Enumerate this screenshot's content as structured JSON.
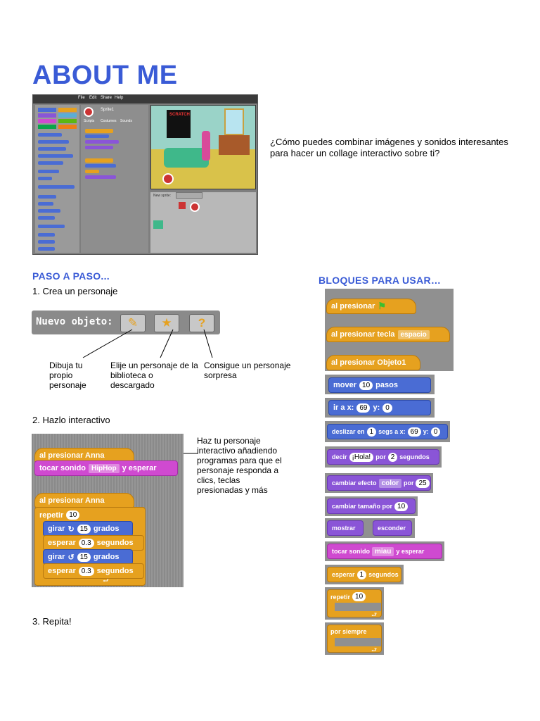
{
  "title": "ABOUT ME",
  "intro": "¿Cómo puedes combinar imágenes y sonidos interesantes para hacer un collage interactivo sobre ti?",
  "ide": {
    "menu": [
      "File",
      "Edit",
      "Share",
      "Help"
    ],
    "sprite_name": "Sprite1",
    "tabs": [
      "Scripts",
      "Costumes",
      "Sounds"
    ],
    "new_sprite_label": "New sprite:",
    "stage_sign": "SCRATCH"
  },
  "paso": {
    "heading": "PASO A PASO...",
    "step1": "1. Crea un personaje",
    "new_sprite_bar": "Nuevo objeto:",
    "callouts": {
      "paint": "Dibuja tu propio personaje",
      "library": "Elije un personaje de la biblioteca o descargado",
      "surprise": "Consigue un personaje sorpresa"
    },
    "step2": "2. Hazlo interactivo",
    "step2_note": "Haz tu personaje interactivo añadiendo programas para que el personaje responda a clics, teclas presionadas y más",
    "step3": "3. Repita!"
  },
  "script1": {
    "hat": "al presionar Anna",
    "play_sound": "tocar sonido",
    "sound": "HipHop",
    "and_wait": "y esperar"
  },
  "script2": {
    "hat": "al presionar Anna",
    "repeat": "repetir",
    "repeat_count": "10",
    "turn": "girar",
    "turn_deg": "15",
    "degrees": "grados",
    "wait": "esperar",
    "wait_secs": "0.3",
    "seconds": "segundos"
  },
  "bloques": {
    "heading": "BLOQUES PARA USAR…",
    "when_flag": "al presionar",
    "when_key": "al presionar tecla",
    "key": "espacio",
    "when_sprite": "al presionar Objeto1",
    "move": "mover",
    "move_steps": "10",
    "steps": "pasos",
    "goto": "ir a x:",
    "goto_x": "69",
    "goto_y_label": "y:",
    "goto_y": "0",
    "glide": "deslizar en",
    "glide_secs": "1",
    "glide_mid": "segs a x:",
    "glide_x": "69",
    "glide_y_label": "y:",
    "glide_y": "0",
    "say": "decir",
    "say_text": "¡Hola!",
    "say_por": "por",
    "say_secs": "2",
    "say_unit": "segundos",
    "effect": "cambiar efecto",
    "effect_name": "color",
    "effect_por": "por",
    "effect_val": "25",
    "size": "cambiar tamaño por",
    "size_val": "10",
    "show": "mostrar",
    "hide": "esconder",
    "sound": "tocar sonido",
    "sound_name": "miau",
    "sound_wait": "y esperar",
    "wait": "esperar",
    "wait_val": "1",
    "wait_unit": "segundos",
    "repeat": "repetir",
    "repeat_val": "10",
    "forever": "por siempre"
  },
  "colors": {
    "heading_blue": "#3a5bd6",
    "events": "#e6a11f",
    "motion": "#4a6cd4",
    "looks": "#8a55d7",
    "sound": "#cf4ad0"
  }
}
